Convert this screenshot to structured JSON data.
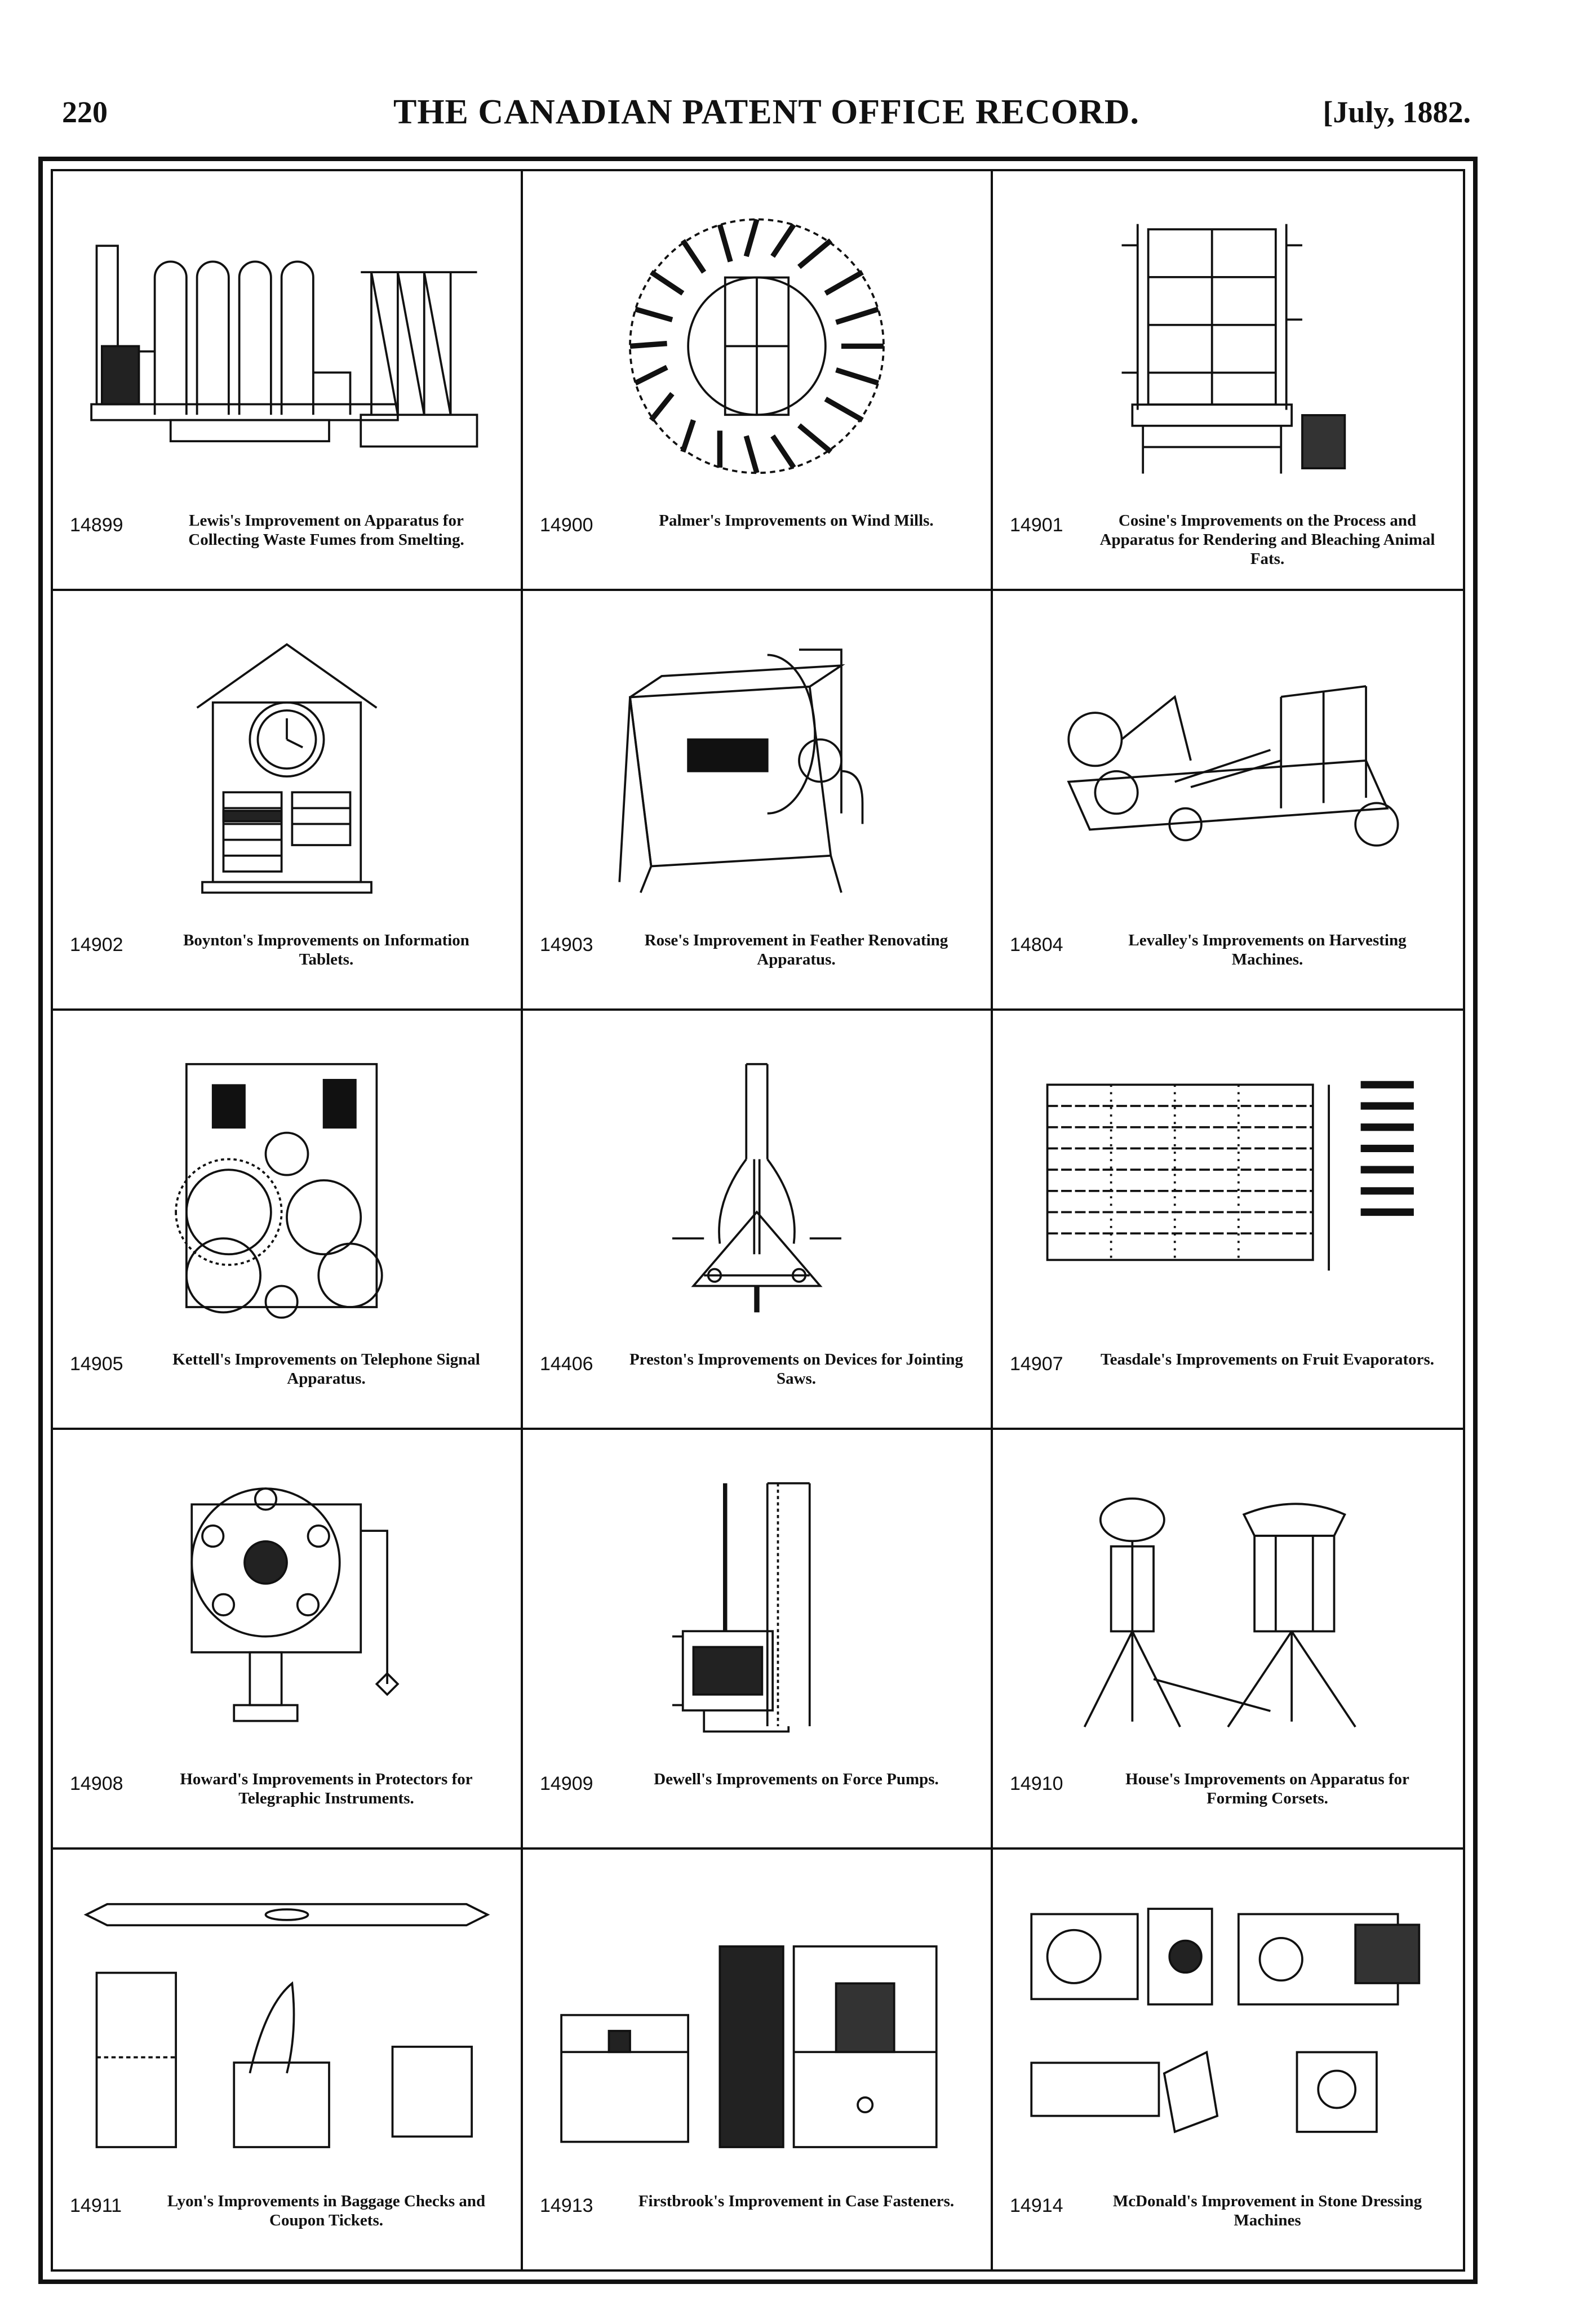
{
  "header": {
    "page_number": "220",
    "title": "THE CANADIAN PATENT OFFICE RECORD.",
    "date": "[July, 1882."
  },
  "patents": [
    {
      "number": "14899",
      "caption": "Lewis's Improvement on Apparatus for Collecting Waste Fumes from Smelting."
    },
    {
      "number": "14900",
      "caption": "Palmer's Improvements on Wind Mills."
    },
    {
      "number": "14901",
      "caption": "Cosine's Improvements on the Process and Apparatus for Rendering and Bleaching Animal Fats."
    },
    {
      "number": "14902",
      "caption": "Boynton's Improvements on Information Tablets."
    },
    {
      "number": "14903",
      "caption": "Rose's Improvement in Feather Renovating Apparatus."
    },
    {
      "number": "14804",
      "caption": "Levalley's Improvements on Harvesting Machines."
    },
    {
      "number": "14905",
      "caption": "Kettell's Improvements on Telephone Signal Apparatus."
    },
    {
      "number": "14406",
      "caption": "Preston's Improvements on Devices for Jointing Saws."
    },
    {
      "number": "14907",
      "caption": "Teasdale's Improvements on Fruit Evaporators."
    },
    {
      "number": "14908",
      "caption": "Howard's Improvements in Protectors for Telegraphic Instruments."
    },
    {
      "number": "14909",
      "caption": "Dewell's Improvements on Force Pumps."
    },
    {
      "number": "14910",
      "caption": "House's Improvements on Apparatus for Forming Corsets."
    },
    {
      "number": "14911",
      "caption": "Lyon's Improvements in Baggage Checks and Coupon Tickets."
    },
    {
      "number": "14913",
      "caption": "Firstbrook's Improvement in Case Fasteners."
    },
    {
      "number": "14914",
      "caption": "McDonald's Improvement in Stone Dressing Machines"
    }
  ]
}
